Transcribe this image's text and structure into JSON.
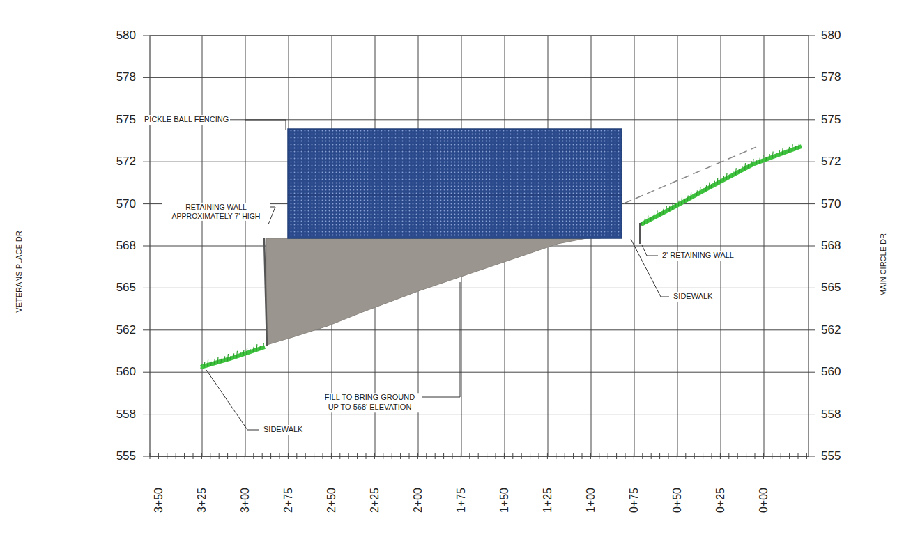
{
  "diagram": {
    "labels": [
      "580",
      "578",
      "575",
      "572",
      "570",
      "568",
      "565",
      "562",
      "560",
      "558",
      "555",
      "580",
      "578",
      "575",
      "572",
      "570",
      "568",
      "565",
      "562",
      "560",
      "558",
      "555",
      "VETERANS PLACE DR",
      "MAIN CIRCLE DR",
      "3+50",
      "3+25",
      "3+00",
      "2+75",
      "2+50",
      "2+25",
      "2+00",
      "1+75",
      "1+50",
      "1+25",
      "1+00",
      "0+75",
      "0+50",
      "0+25",
      "0+00",
      "PICKLE BALL FENCING",
      "RETAINING WALL APPROXIMATELY 7' HIGH",
      "2' RETAINING WALL",
      "SIDEWALK",
      "FILL TO BRING GROUND UP TO 568' ELEVATION",
      "SIDEWALK"
    ]
  }
}
